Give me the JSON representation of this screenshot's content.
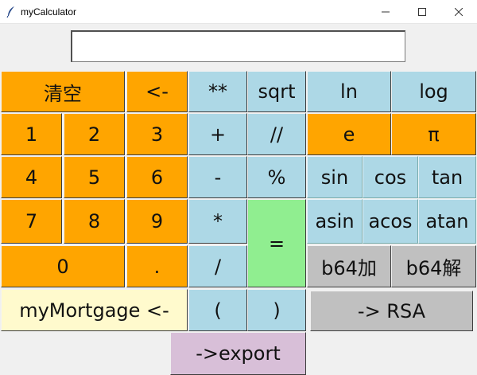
{
  "window": {
    "title": "myCalculator",
    "minimize_label": "—",
    "maximize_label": "☐",
    "close_label": "✕"
  },
  "display": {
    "value": ""
  },
  "keys": {
    "clear": "清空",
    "backspace": "<-",
    "power": "**",
    "sqrt": "sqrt",
    "ln": "ln",
    "log": "log",
    "n1": "1",
    "n2": "2",
    "n3": "3",
    "plus": "+",
    "floordiv": "//",
    "e": "e",
    "pi": "π",
    "n4": "4",
    "n5": "5",
    "n6": "6",
    "minus": "-",
    "mod": "%",
    "sin": "sin",
    "cos": "cos",
    "tan": "tan",
    "n7": "7",
    "n8": "8",
    "n9": "9",
    "multiply": "*",
    "equals": "=",
    "asin": "asin",
    "acos": "acos",
    "atan": "atan",
    "n0": "0",
    "dot": ".",
    "divide": "/",
    "b64_encode": "b64加",
    "b64_decode": "b64解",
    "mortgage": "myMortgage <-",
    "lparen": "(",
    "rparen": ")",
    "rsa": "-> RSA",
    "export": "->export"
  },
  "colors": {
    "digit": "#ffa500",
    "operator": "#add8e6",
    "equals": "#90ee90",
    "b64": "#c0c0c0",
    "mortgage": "#fffacd",
    "export": "#d8bfd8"
  }
}
